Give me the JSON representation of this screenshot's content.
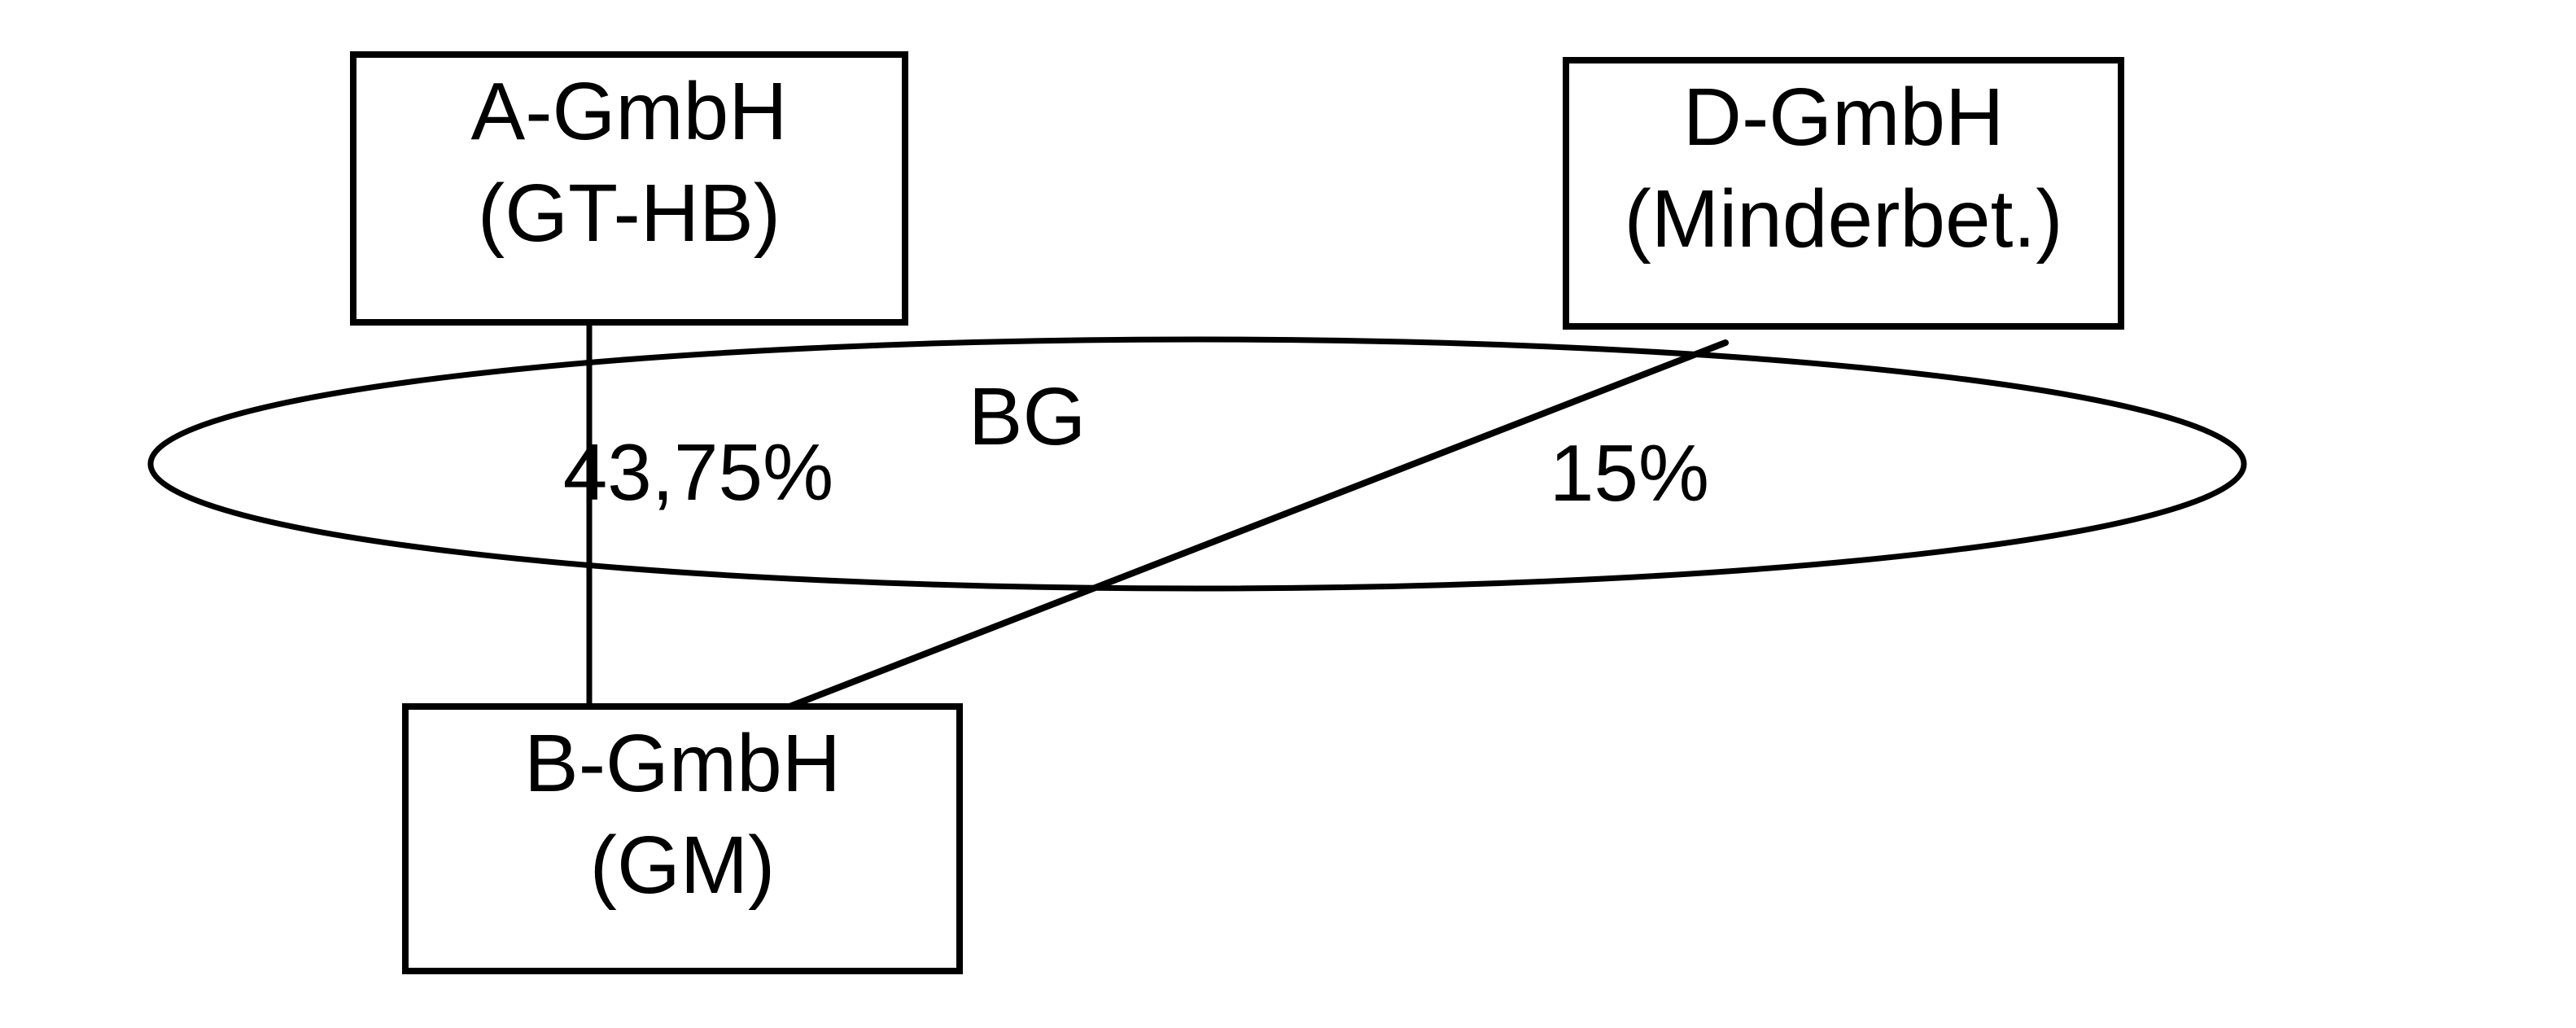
{
  "diagram": {
    "title_hint": "Beteiligungsstruktur",
    "colors": {
      "ink": "#000000",
      "paper": "#ffffff"
    },
    "nodes": [
      {
        "id": "a-gmbh",
        "line1": "A-GmbH",
        "line2": "(GT-HB)"
      },
      {
        "id": "d-gmbh",
        "line1": "D-GmbH",
        "line2": "(Minderbet.)"
      },
      {
        "id": "b-gmbh",
        "line1": "B-GmbH",
        "line2": "(GM)"
      }
    ],
    "group": {
      "label": "BG"
    },
    "edges": [
      {
        "id": "a-to-b",
        "label": "43,75%"
      },
      {
        "id": "d-to-b",
        "label": "15%"
      }
    ]
  }
}
